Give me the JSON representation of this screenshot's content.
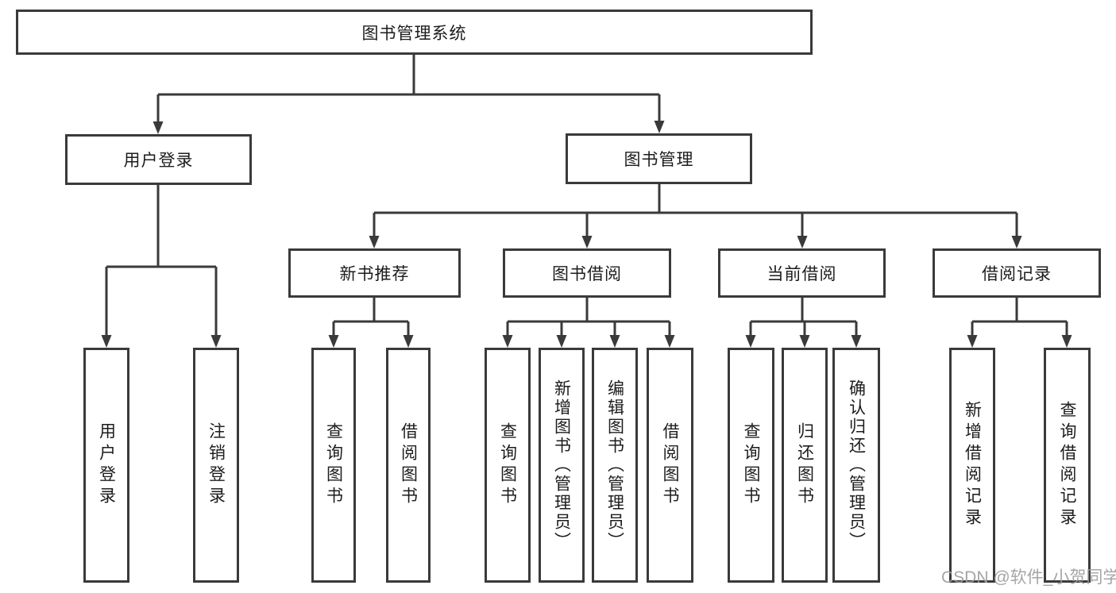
{
  "colors": {
    "line": "#3a3a3a",
    "text": "#1c1c1c",
    "watermark": "#9c9c9c",
    "canvas": "#ffffff"
  },
  "watermark": "CSDN @软件_小贺同学",
  "tree": {
    "label": "图书管理系统",
    "children": [
      {
        "label": "用户登录",
        "children": [
          {
            "label": "用户登录"
          },
          {
            "label": "注销登录"
          }
        ]
      },
      {
        "label": "图书管理",
        "children": [
          {
            "label": "新书推荐",
            "children": [
              {
                "label": "查询图书"
              },
              {
                "label": "借阅图书"
              }
            ]
          },
          {
            "label": "图书借阅",
            "children": [
              {
                "label": "查询图书"
              },
              {
                "label": "新增图书（管理员）"
              },
              {
                "label": "编辑图书（管理员）"
              },
              {
                "label": "借阅图书"
              }
            ]
          },
          {
            "label": "当前借阅",
            "children": [
              {
                "label": "查询图书"
              },
              {
                "label": "归还图书"
              },
              {
                "label": "确认归还（管理员）"
              }
            ]
          },
          {
            "label": "借阅记录",
            "children": [
              {
                "label": "新增借阅记录"
              },
              {
                "label": "查询借阅记录"
              }
            ]
          }
        ]
      }
    ]
  }
}
